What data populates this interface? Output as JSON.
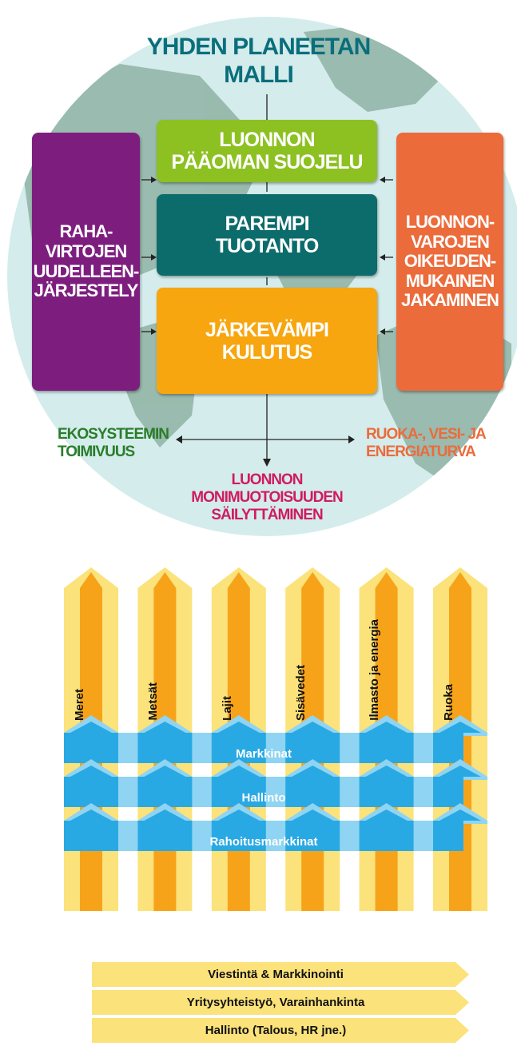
{
  "top": {
    "title": "YHDEN PLANEETAN\nMALLI",
    "left_box": "RAHA-\nVIRTOJEN\nUUDELLEEN-\nJÄRJESTELY",
    "right_box": "LUONNON-\nVAROJEN\nOIKEUDEN-\nMUKAINEN\nJAKAMINEN",
    "center_boxes": [
      {
        "label": "LUONNON\nPÄÄOMAN SUOJELU",
        "color": "#8dc122"
      },
      {
        "label": "PAREMPI\nTUOTANTO",
        "color": "#0c6b6b"
      },
      {
        "label": "JÄRKEVÄMPI\nKULUTUS",
        "color": "#f7a60f"
      }
    ],
    "outcomes": {
      "left": "EKOSYSTEEMIN\nTOIMIVUUS",
      "right": "RUOKA-, VESI- JA\nENERGIATURVA",
      "bottom": "LUONNON\nMONIMUOTOISUUDEN\nSÄILYTTÄMINEN"
    },
    "colors": {
      "title": "#0a6e7c",
      "left_box": "#7d1e7f",
      "right_box": "#ec6b3b",
      "outcome_left": "#2a7d2a",
      "outcome_right": "#ec6b3b",
      "outcome_bottom": "#d01c5e",
      "globe_ocean": "#d4ecec",
      "globe_land": "#93b6a8"
    }
  },
  "practices": {
    "columns": [
      "Meret",
      "Metsät",
      "Lajit",
      "Sisävedet",
      "Ilmasto ja energia",
      "Ruoka"
    ],
    "bands": [
      "Markkinat",
      "Hallinto",
      "Rahoitusmarkkinat"
    ],
    "colors": {
      "column_outer": "#fbe27a",
      "column_inner": "#f6a31a",
      "band": "#29a9e3",
      "band_light": "#8fd4f2"
    }
  },
  "support": {
    "items": [
      "Viestintä & Markkinointi",
      "Yritysyhteistyö, Varainhankinta",
      "Hallinto (Talous, HR jne.)"
    ],
    "color": "#fbe27a"
  }
}
